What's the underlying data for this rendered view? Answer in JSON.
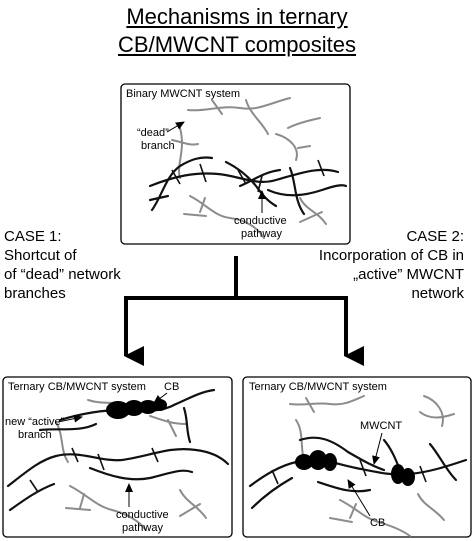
{
  "title": {
    "line1": "Mechanisms in ternary",
    "line2": "CB/MWCNT composites"
  },
  "top_panel": {
    "label": "Binary MWCNT system",
    "dead_branch_1": "“dead”",
    "dead_branch_2": "branch",
    "pathway_1": "conductive",
    "pathway_2": "pathway"
  },
  "case1": {
    "line1": "CASE 1:",
    "line2": "Shortcut of",
    "line3": "of “dead” network",
    "line4": "branches"
  },
  "case2": {
    "line1": "CASE 2:",
    "line2": "Incorporation of CB in",
    "line3": "„active” MWCNT",
    "line4": "network"
  },
  "panel_left": {
    "label": "Ternary CB/MWCNT system",
    "cb": "CB",
    "new_active_1": "new “active”",
    "new_active_2": "branch",
    "pathway_1": "conductive",
    "pathway_2": "pathway"
  },
  "panel_right": {
    "label": "Ternary CB/MWCNT system",
    "mwcnt": "MWCNT",
    "cb": "CB"
  },
  "colors": {
    "active": "#111111",
    "dead": "#8c8c8c",
    "cb": "#000000"
  }
}
